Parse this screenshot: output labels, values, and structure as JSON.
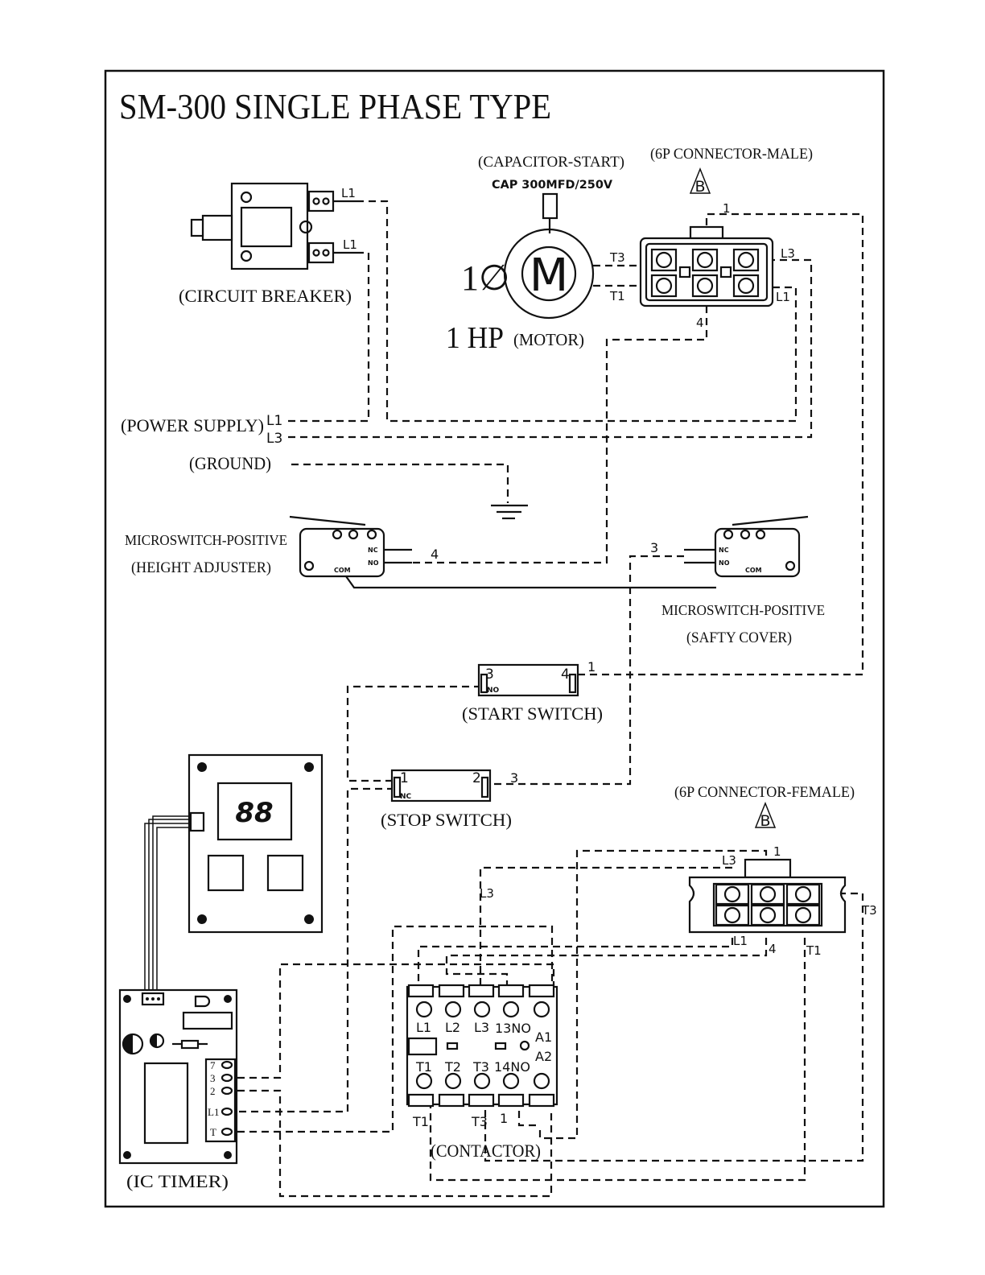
{
  "title": "SM-300 SINGLE PHASE TYPE",
  "components": {
    "circuit_breaker": {
      "label": "(CIRCUIT BREAKER)",
      "terminal_top": "L1",
      "terminal_bottom": "L1"
    },
    "capacitor": {
      "label": "(CAPACITOR-START)",
      "rating": "CAP 300MFD/250V"
    },
    "motor": {
      "label": "(MOTOR)",
      "symbol": "M",
      "phase": "1∅",
      "power": "1 HP",
      "terminal_t3": "T3",
      "terminal_t1": "T1"
    },
    "connector_male": {
      "label": "(6P CONNECTOR-MALE)",
      "marker": "B",
      "pin_1": "1",
      "pin_4": "4",
      "terminal_l3": "L3",
      "terminal_l1": "L1"
    },
    "power_supply": {
      "label": "(POWER SUPPLY)",
      "line_1": "L1",
      "line_3": "L3"
    },
    "ground": {
      "label": "(GROUND)"
    },
    "microswitch_height": {
      "label_line1": "MICROSWITCH-POSITIVE",
      "label_line2": "(HEIGHT ADJUSTER)",
      "nc": "NC",
      "no": "NO",
      "com": "COM",
      "wire": "4"
    },
    "microswitch_cover": {
      "label_line1": "MICROSWITCH-POSITIVE",
      "label_line2": "(SAFTY COVER)",
      "nc": "NC",
      "no": "NO",
      "com": "COM",
      "wire": "3"
    },
    "start_switch": {
      "label": "(START SWITCH)",
      "term_left": "3",
      "term_right": "4",
      "contact": "NO",
      "wire": "1"
    },
    "stop_switch": {
      "label": "(STOP SWITCH)",
      "term_left": "1",
      "term_right": "2",
      "contact": "NC",
      "wire": "3"
    },
    "display": {
      "digits": "88"
    },
    "connector_female": {
      "label": "(6P CONNECTOR-FEMALE)",
      "marker": "B",
      "pin_1": "1",
      "pin_4": "4",
      "terminal_l3": "L3",
      "terminal_l1": "L1",
      "terminal_t3": "T3",
      "terminal_t1": "T1"
    },
    "wire_l3": "L3",
    "contactor": {
      "label": "(CONTACTOR)",
      "top_terminals": [
        "L1",
        "L2",
        "L3",
        "13NO"
      ],
      "coil_a1": "A1",
      "coil_a2": "A2",
      "bottom_terminals": [
        "T1",
        "T2",
        "T3",
        "14NO"
      ],
      "out_t1": "T1",
      "out_t3": "T3",
      "out_1": "1"
    },
    "ic_timer": {
      "label": "(IC TIMER)",
      "terminals": [
        "7",
        "3",
        "2",
        "L1",
        "T"
      ]
    }
  }
}
